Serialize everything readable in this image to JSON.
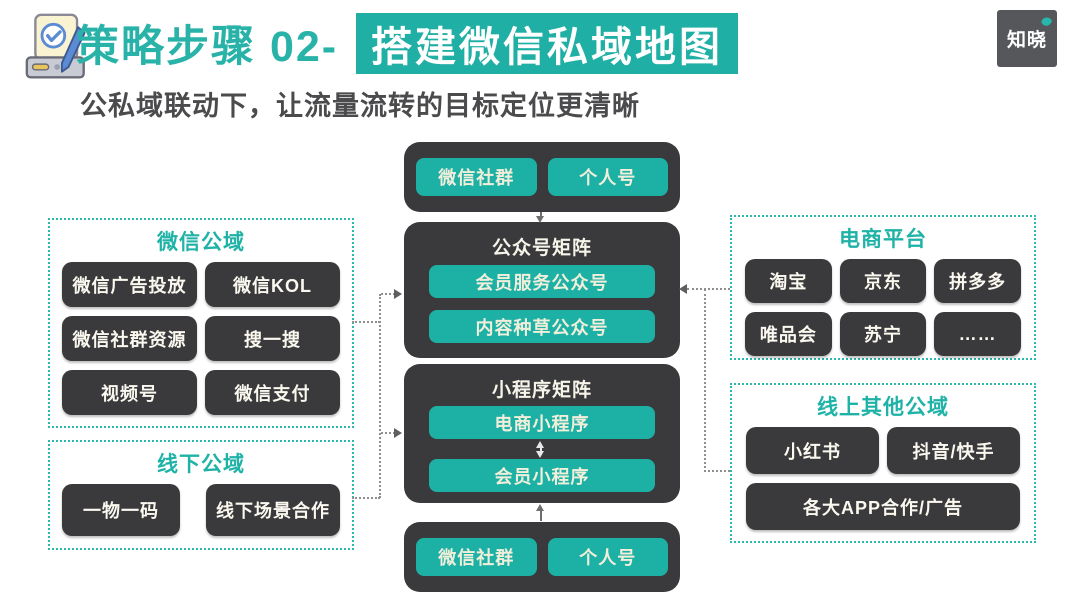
{
  "header": {
    "title_prefix": "策略步骤 02- ",
    "title_highlight": "搭建微信私域地图",
    "subtitle": "公私域联动下，让流量流转的目标定位更清晰",
    "logo": "知晓"
  },
  "icons": {
    "header_icon": "clipboard-check-icon",
    "logo_accent": "teal-quote-mark"
  },
  "colors": {
    "teal": "#1db1a6",
    "teal_text": "#29b3a8",
    "dark_box": "#3a3a3c",
    "logo_gray": "#56575a",
    "connector_gray": "#8f8f8f",
    "subtitle_gray": "#4b4b4d"
  },
  "center": {
    "top": {
      "items": [
        "微信社群",
        "个人号"
      ]
    },
    "official_matrix": {
      "title": "公众号矩阵",
      "items": [
        "会员服务公众号",
        "内容种草公众号"
      ]
    },
    "mini_matrix": {
      "title": "小程序矩阵",
      "items": [
        "电商小程序",
        "会员小程序"
      ]
    },
    "bottom": {
      "items": [
        "微信社群",
        "个人号"
      ]
    }
  },
  "left": {
    "wechat_public": {
      "title": "微信公域",
      "items": [
        "微信广告投放",
        "微信KOL",
        "微信社群资源",
        "搜一搜",
        "视频号",
        "微信支付"
      ]
    },
    "offline_public": {
      "title": "线下公域",
      "items": [
        "一物一码",
        "线下场景合作"
      ]
    }
  },
  "right": {
    "ecommerce": {
      "title": "电商平台",
      "items": [
        "淘宝",
        "京东",
        "拼多多",
        "唯品会",
        "苏宁",
        "……"
      ]
    },
    "online_other": {
      "title": "线上其他公域",
      "items": [
        "小红书",
        "抖音/快手",
        "各大APP合作/广告"
      ]
    }
  }
}
